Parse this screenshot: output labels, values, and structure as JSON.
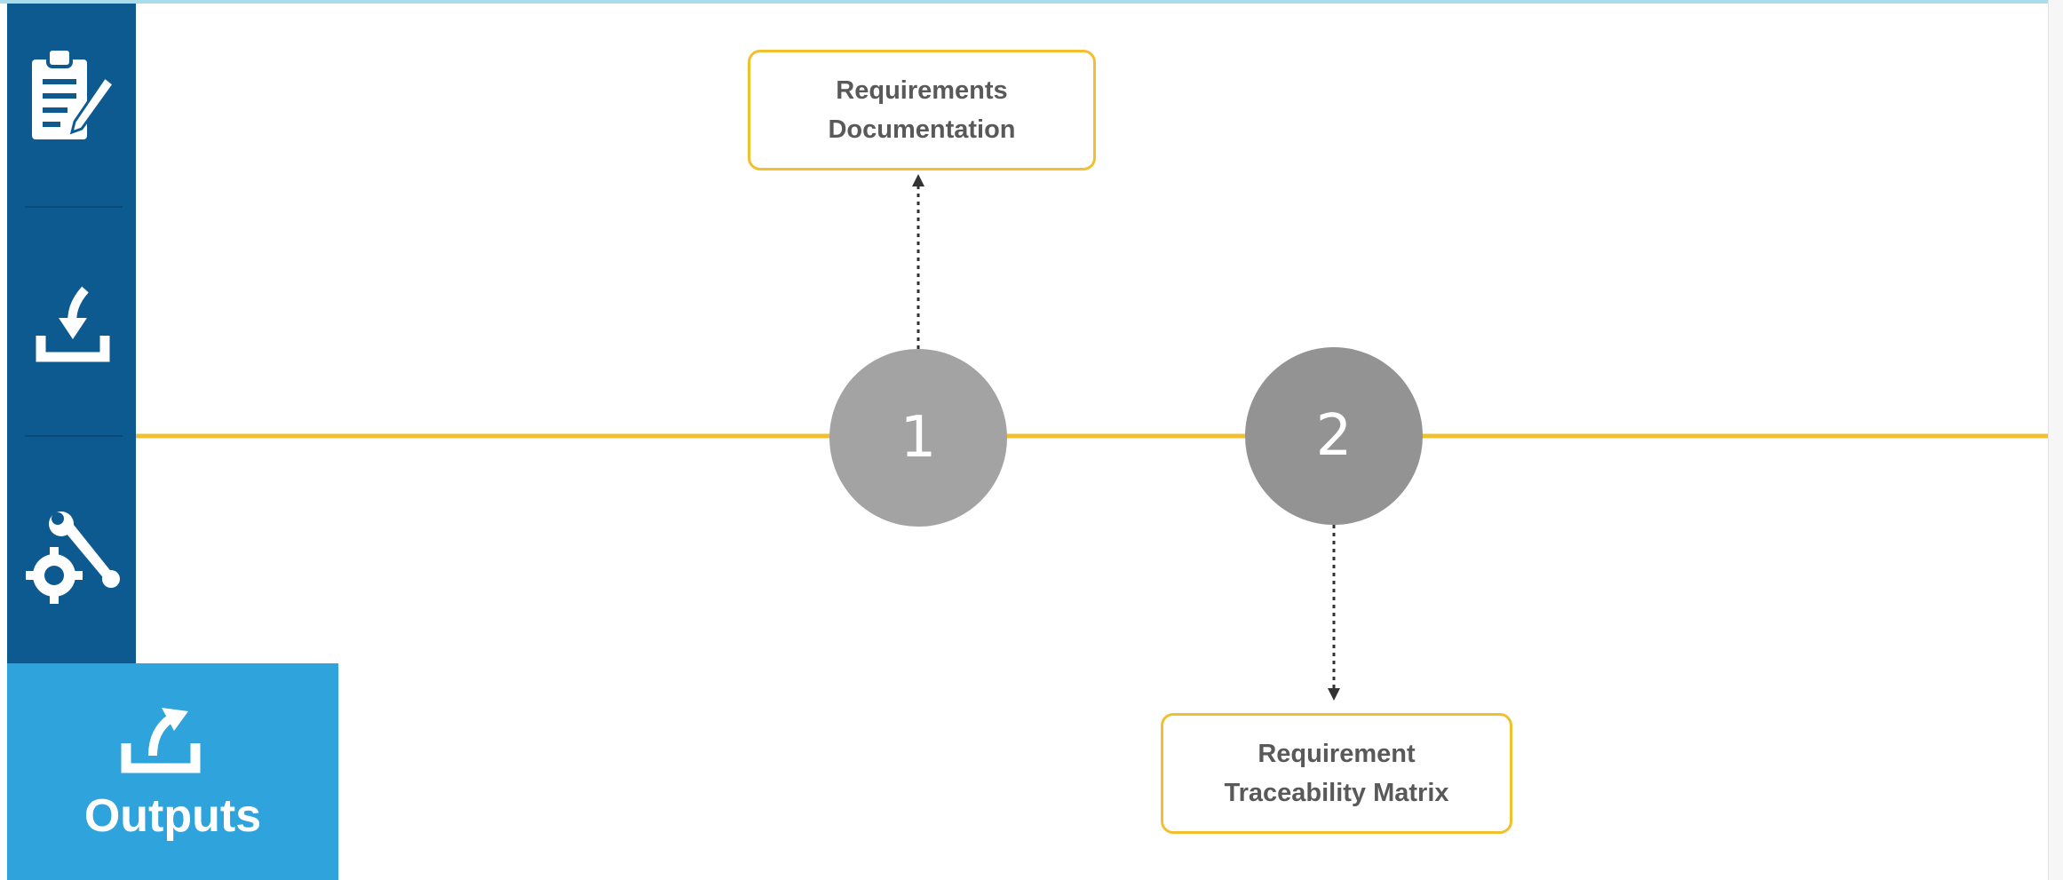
{
  "sidebar": {
    "items": [
      {
        "icon": "clipboard-pen-icon"
      },
      {
        "icon": "download-tray-icon"
      },
      {
        "icon": "wrench-gear-icon"
      }
    ],
    "active": {
      "icon": "upload-tray-icon",
      "label": "Outputs"
    }
  },
  "diagram": {
    "nodes": [
      {
        "number": "1",
        "label": "Requirements\nDocumentation"
      },
      {
        "number": "2",
        "label": "Requirement\nTraceability Matrix"
      }
    ]
  },
  "colors": {
    "sidebar_dark": "#0d5a91",
    "sidebar_active": "#2ea3dc",
    "timeline": "#f2c02e",
    "node_gray": "#a3a3a3",
    "box_border": "#f2c02e"
  }
}
